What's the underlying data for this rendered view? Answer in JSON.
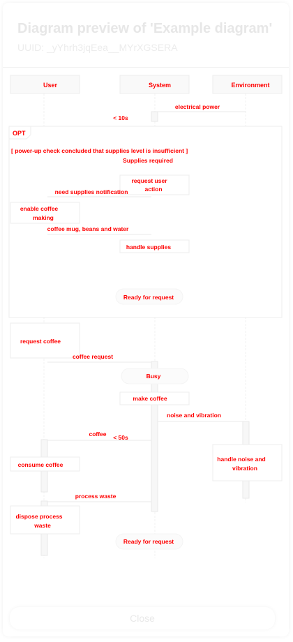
{
  "dialog": {
    "title": "Diagram preview of 'Example diagram'",
    "uuid": "UUID: _yYhrh3jqEea__MYrXGSERA",
    "close_label": "Close"
  },
  "participants": [
    {
      "id": "user",
      "label": "User"
    },
    {
      "id": "system",
      "label": "System"
    },
    {
      "id": "environment",
      "label": "Environment"
    }
  ],
  "fragment": {
    "operator": "OPT",
    "guard": "[ power-up check concluded that supplies level is insufficient ]"
  },
  "labels": {
    "electrical_power": "electrical power",
    "lt10s": "< 10s",
    "supplies_required": "Supplies required",
    "request_user_action": [
      "request user",
      "action"
    ],
    "need_supplies": "need supplies notification",
    "enable_coffee": [
      "enable coffee",
      "making"
    ],
    "coffee_mug": "coffee mug, beans and water",
    "handle_supplies": "handle supplies",
    "ready1": "Ready for request",
    "request_coffee": "request coffee",
    "coffee_request": "coffee request",
    "busy": "Busy",
    "make_coffee": "make coffee",
    "noise": "noise and vibration",
    "coffee": "coffee",
    "lt50s": "< 50s",
    "consume_coffee": "consume coffee",
    "handle_noise": [
      "handle noise and",
      "vibration"
    ],
    "process_waste": "process waste",
    "dispose_waste": [
      "dispose process",
      "waste"
    ],
    "ready2": "Ready for request"
  },
  "colors": {
    "text": "#ff0000",
    "header_text": "#e7e7e7"
  }
}
